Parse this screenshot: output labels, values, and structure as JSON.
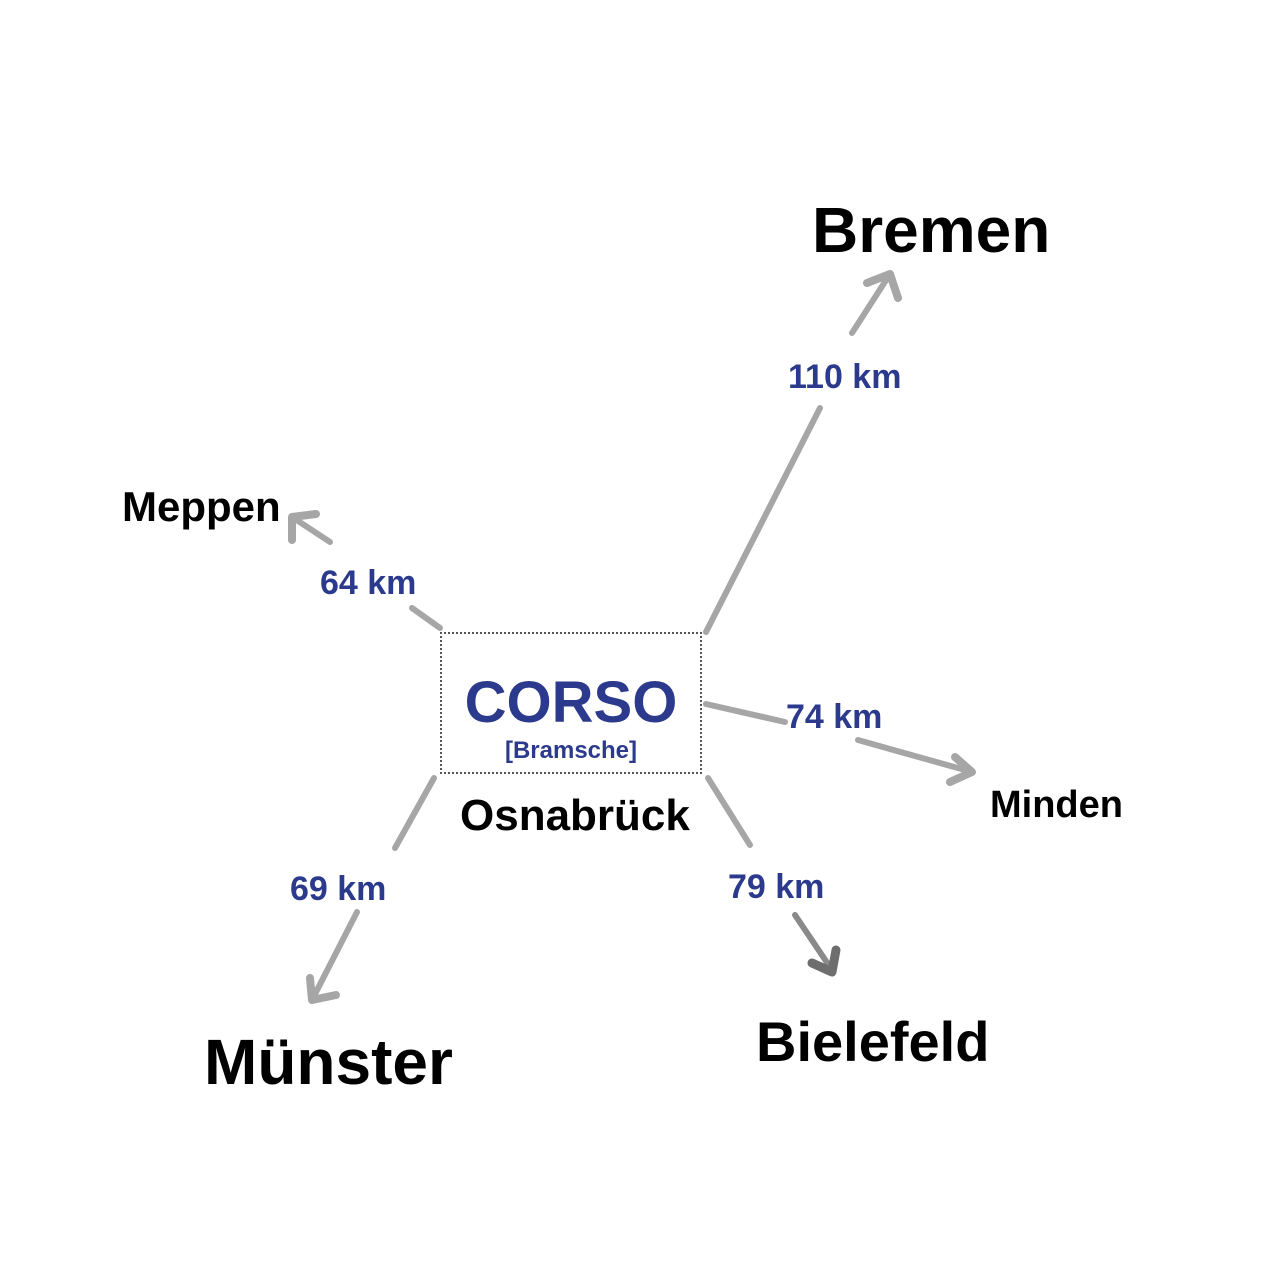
{
  "colors": {
    "accent": "#2b3a8c",
    "arrow": "#a6a6a6",
    "arrow_dark": "#6e6e6e",
    "text": "#000000"
  },
  "center": {
    "name": "CORSO",
    "subtitle": "[Bramsche]",
    "city": "Osnabrück"
  },
  "destinations": {
    "bremen": {
      "city": "Bremen",
      "distance": "110 km"
    },
    "meppen": {
      "city": "Meppen",
      "distance": "64 km"
    },
    "minden": {
      "city": "Minden",
      "distance": "74 km"
    },
    "muenster": {
      "city": "Münster",
      "distance": "69 km"
    },
    "bielefeld": {
      "city": "Bielefeld",
      "distance": "79 km"
    }
  }
}
